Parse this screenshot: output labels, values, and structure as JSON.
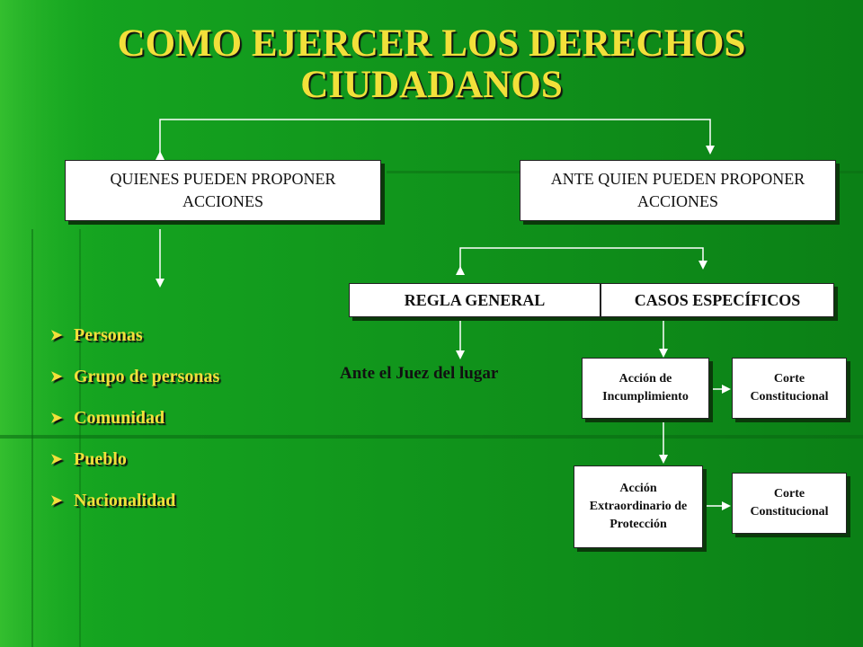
{
  "slide": {
    "title": "COMO EJERCER LOS DERECHOS CIUDADANOS",
    "nodes": {
      "quienes": "QUIENES PUEDEN PROPONER ACCIONES",
      "ante_quien": "ANTE QUIEN PUEDEN PROPONER ACCIONES",
      "regla_general": "REGLA GENERAL",
      "casos_especificos": "CASOS ESPECÍFICOS",
      "juez": "Ante el Juez del lugar",
      "accion_incumplimiento": "Acción de Incumplimiento",
      "corte_1": "Corte Constitucional",
      "accion_extraordinaria": "Acción Extraordinario de Protección",
      "corte_2": "Corte Constitucional"
    },
    "list": [
      "Personas",
      "Grupo de personas",
      "Comunidad",
      "Pueblo",
      "Nacionalidad"
    ],
    "colors": {
      "title": "#f2e03a",
      "background": "#0b8a16",
      "box": "#ffffff",
      "connector": "#ffffff"
    },
    "icons": {
      "bullet": "arrowhead-bullet-icon"
    }
  }
}
